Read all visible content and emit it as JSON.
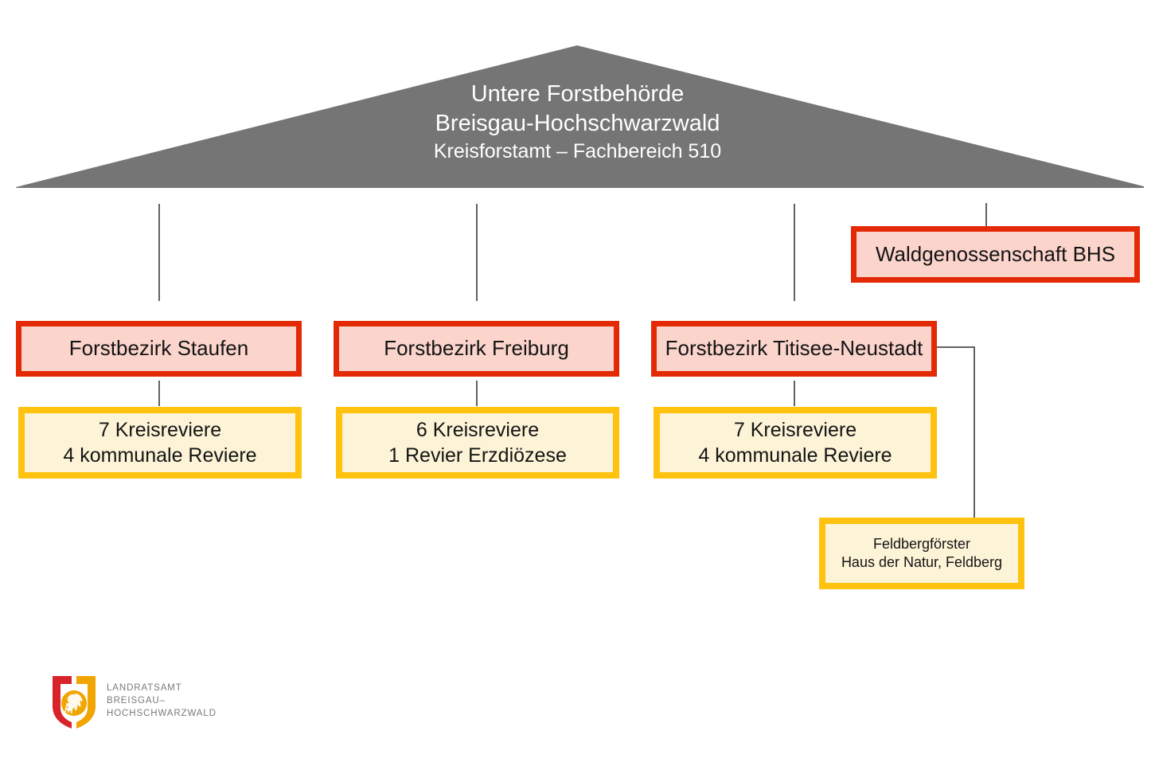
{
  "header": {
    "shape": "roof-triangle",
    "fill_color": "#757575",
    "text_color": "#ffffff",
    "line1": "Untere Forstbehörde",
    "line2": "Breisgau-Hochschwarzwald",
    "line3": "Kreisforstamt – Fachbereich 510"
  },
  "colors": {
    "roof_gray": "#757575",
    "red_border": "#E42A05",
    "red_fill": "#FBD4CC",
    "yellow_border": "#FFC20E",
    "yellow_fill": "#FDF3D7",
    "connector_gray": "#616161",
    "logo_gray": "#7A7A7A",
    "logo_red": "#D8232A",
    "logo_gold": "#F0A500"
  },
  "districts": [
    {
      "name": "Forstbezirk Staufen",
      "reviere_line1": "7 Kreisreviere",
      "reviere_line2": "4 kommunale Reviere"
    },
    {
      "name": "Forstbezirk Freiburg",
      "reviere_line1": "6 Kreisreviere",
      "reviere_line2": "1 Revier Erzdiözese"
    },
    {
      "name": "Forstbezirk Titisee-Neustadt",
      "reviere_line1": "7 Kreisreviere",
      "reviere_line2": "4 kommunale Reviere"
    }
  ],
  "association": {
    "label": "Waldgenossenschaft BHS"
  },
  "feldberg": {
    "line1": "Feldbergförster",
    "line2": "Haus der Natur, Feldberg"
  },
  "logo": {
    "icon": "landratsamt-shield-eagle-logo",
    "line1": "LANDRATSAMT",
    "line2": "BREISGAU–",
    "line3": "HOCHSCHWARZWALD"
  }
}
